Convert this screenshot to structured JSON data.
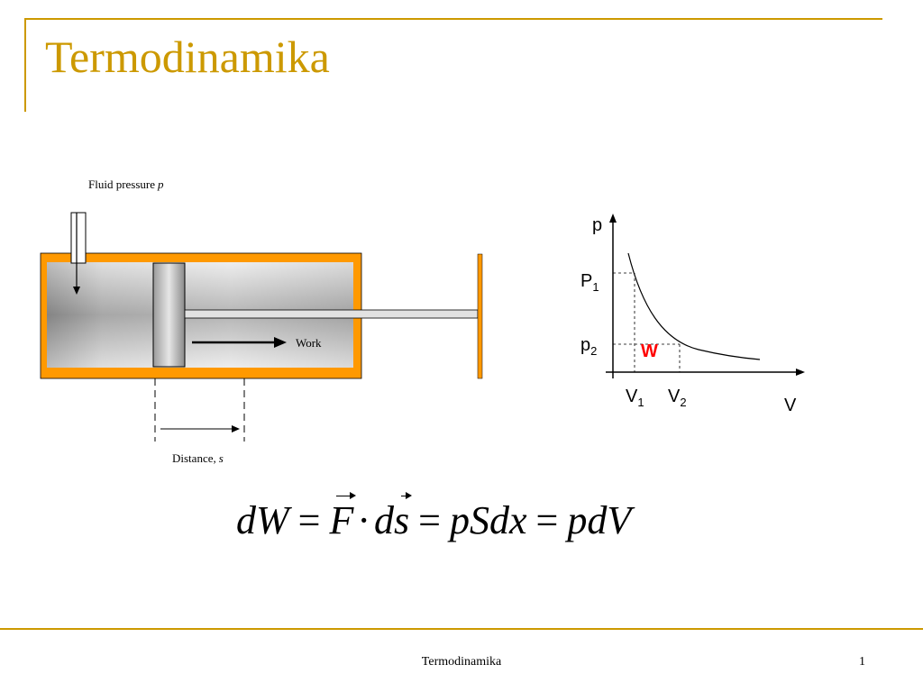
{
  "slide": {
    "title": "Termodinamika",
    "footer": "Termodinamika",
    "page_number": "1"
  },
  "piston_diagram": {
    "fluid_pressure_label": "Fluid pressure",
    "fluid_pressure_symbol": "p",
    "work_label": "Work",
    "distance_label": "Distance,",
    "distance_symbol": "s"
  },
  "pv_graph": {
    "y_axis_label": "p",
    "x_axis_label": "V",
    "p1_label": "P",
    "p1_sub": "1",
    "p2_label": "p",
    "p2_sub": "2",
    "v1_label": "V",
    "v1_sub": "1",
    "v2_label": "V",
    "v2_sub": "2",
    "work_area_label": "W"
  },
  "equation": {
    "term1": "dW",
    "eq1": "=",
    "F": "F",
    "dot": "·",
    "d": "d",
    "s": "s",
    "eq2": "=",
    "term3": "pSdx",
    "eq3": "=",
    "term4": "pdV"
  },
  "colors": {
    "accent": "#cc9900",
    "cylinder_wall": "#ff9900",
    "work_label": "#ff0000"
  }
}
